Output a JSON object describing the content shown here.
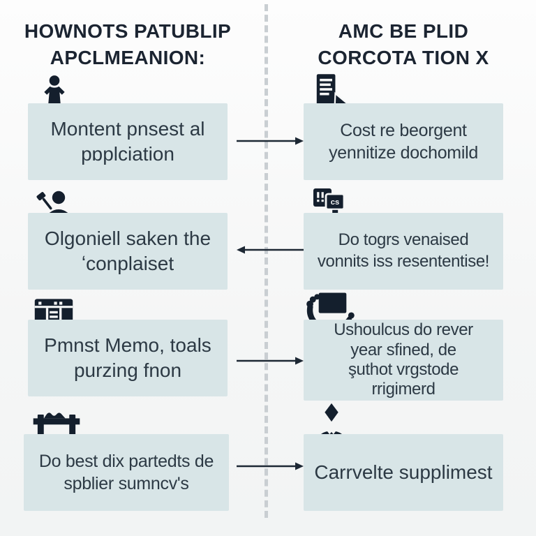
{
  "diagram": {
    "left_column": {
      "header": "HOWNOTS PATUBLIP\nAPCLMEANION:",
      "rows": [
        {
          "icon": "person-icon",
          "text": "Montent pnsest al\npɒplciation"
        },
        {
          "icon": "gavel-person-icon",
          "text": "Olgoniell saken the\nʻconplaiset"
        },
        {
          "icon": "window-grid-icon",
          "text": "Pmnst Memo, toals\npurzing fnon"
        },
        {
          "icon": "workbench-icon",
          "text": "Do best dix partedts de\nspblier sumncv's"
        }
      ]
    },
    "right_column": {
      "header": "AMC BE PLID\nCORCOTA TION X",
      "rows": [
        {
          "icon": "document-cursor-icon",
          "text": "Cost re beorgent\nyennitize dochomild"
        },
        {
          "icon": "code-chat-icon",
          "text": "Do togrs venaised\nvonnits iss resententise!"
        },
        {
          "icon": "hand-laptop-icon",
          "text": "Ushoulcus do rever\nyear sfined, de\nşuthot vrgstode\nrrigimerd"
        },
        {
          "icon": "businessman-icon",
          "text": "Carrvelte supplimest"
        }
      ]
    },
    "arrows": [
      {
        "row": 1,
        "direction": "right"
      },
      {
        "row": 2,
        "direction": "left"
      },
      {
        "row": 3,
        "direction": "right"
      },
      {
        "row": 4,
        "direction": "right"
      }
    ],
    "colors": {
      "box_fill": "#d8e5e7",
      "box_text": "#2c3944",
      "header_text": "#1b2431",
      "icon": "#141f2d",
      "arrow": "#1d2834",
      "divider": "#c9ced2",
      "background": "#f7f8f8"
    }
  }
}
